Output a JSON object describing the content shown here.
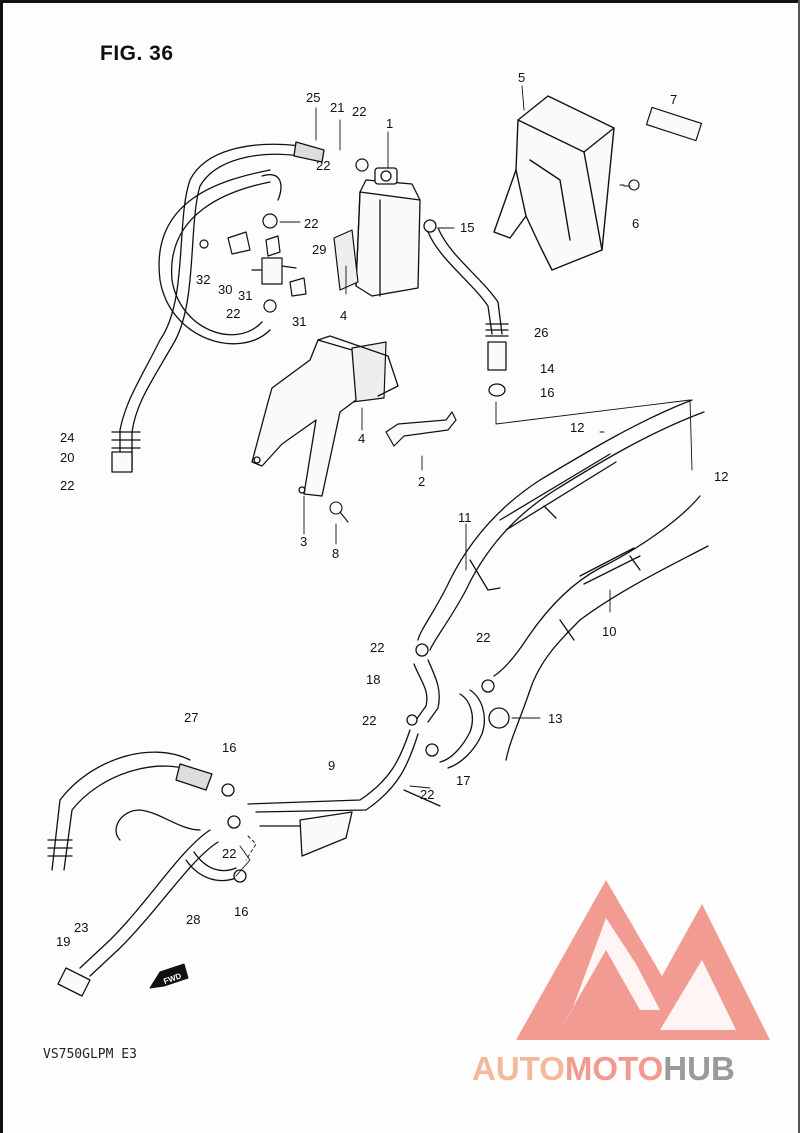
{
  "figure": {
    "title": "FIG. 36",
    "model": "VS750GLPM  E3"
  },
  "callouts": [
    {
      "id": "c1",
      "label": "1"
    },
    {
      "id": "c2",
      "label": "2"
    },
    {
      "id": "c3",
      "label": "3"
    },
    {
      "id": "c4a",
      "label": "4"
    },
    {
      "id": "c4b",
      "label": "4"
    },
    {
      "id": "c5",
      "label": "5"
    },
    {
      "id": "c6",
      "label": "6"
    },
    {
      "id": "c7",
      "label": "7"
    },
    {
      "id": "c8",
      "label": "8"
    },
    {
      "id": "c9",
      "label": "9"
    },
    {
      "id": "c10",
      "label": "10"
    },
    {
      "id": "c11",
      "label": "11"
    },
    {
      "id": "c12a",
      "label": "12"
    },
    {
      "id": "c12b",
      "label": "12"
    },
    {
      "id": "c13",
      "label": "13"
    },
    {
      "id": "c14",
      "label": "14"
    },
    {
      "id": "c15",
      "label": "15"
    },
    {
      "id": "c16a",
      "label": "16"
    },
    {
      "id": "c16b",
      "label": "16"
    },
    {
      "id": "c16c",
      "label": "16"
    },
    {
      "id": "c17",
      "label": "17"
    },
    {
      "id": "c18",
      "label": "18"
    },
    {
      "id": "c19",
      "label": "19"
    },
    {
      "id": "c20",
      "label": "20"
    },
    {
      "id": "c21",
      "label": "21"
    },
    {
      "id": "c22a",
      "label": "22"
    },
    {
      "id": "c22b",
      "label": "22"
    },
    {
      "id": "c22c",
      "label": "22"
    },
    {
      "id": "c22d",
      "label": "22"
    },
    {
      "id": "c22e",
      "label": "22"
    },
    {
      "id": "c22f",
      "label": "22"
    },
    {
      "id": "c22g",
      "label": "22"
    },
    {
      "id": "c22h",
      "label": "22"
    },
    {
      "id": "c22i",
      "label": "22"
    },
    {
      "id": "c22j",
      "label": "22"
    },
    {
      "id": "c23",
      "label": "23"
    },
    {
      "id": "c24",
      "label": "24"
    },
    {
      "id": "c25",
      "label": "25"
    },
    {
      "id": "c26",
      "label": "26"
    },
    {
      "id": "c27",
      "label": "27"
    },
    {
      "id": "c28",
      "label": "28"
    },
    {
      "id": "c29",
      "label": "29"
    },
    {
      "id": "c30",
      "label": "30"
    },
    {
      "id": "c31a",
      "label": "31"
    },
    {
      "id": "c31b",
      "label": "31"
    },
    {
      "id": "c32",
      "label": "32"
    }
  ],
  "direction_marker": {
    "label": "FWD"
  },
  "watermark": {
    "part1": "AUTO",
    "part2": "MOTO",
    "part3": "HUB",
    "color_primary": "#f08a80",
    "color_secondary": "#9a9a9a"
  }
}
